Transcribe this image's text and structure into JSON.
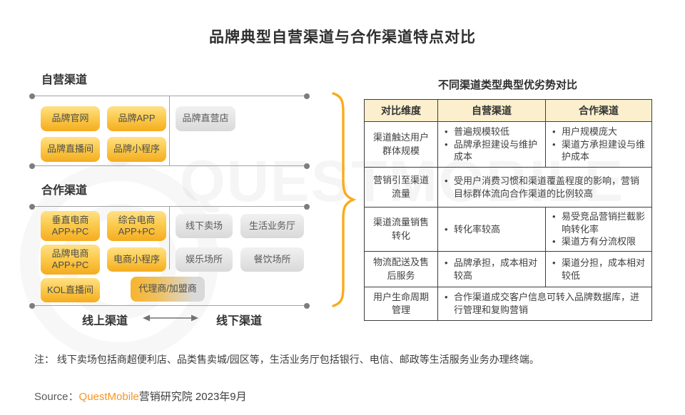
{
  "title": "品牌典型自营渠道与合作渠道特点对比",
  "watermark": "QUESTMOBILE",
  "diagram": {
    "self_section": {
      "label": "自营渠道",
      "online_boxes": [
        "品牌官网",
        "品牌APP",
        "品牌直播间",
        "品牌小程序"
      ],
      "offline_boxes": [
        "品牌直营店"
      ]
    },
    "coop_section": {
      "label": "合作渠道",
      "online_boxes": [
        "垂直电商\nAPP+PC",
        "综合电商\nAPP+PC",
        "品牌电商\nAPP+PC",
        "电商小程序",
        "KOL直播间"
      ],
      "offline_boxes": [
        "线下卖场",
        "生活业务厅",
        "娱乐场所",
        "餐饮场所"
      ],
      "hybrid_box": "代理商/加盟商"
    },
    "axis": {
      "online": "线上渠道",
      "offline": "线下渠道"
    }
  },
  "table": {
    "title": "不同渠道类型典型优劣势对比",
    "headers": [
      "对比维度",
      "自营渠道",
      "合作渠道"
    ],
    "rows": [
      {
        "dimension": "渠道触达用户群体规模",
        "self": [
          "普遍规模较低",
          "品牌承担建设与维护成本"
        ],
        "coop": [
          "用户规模庞大",
          "渠道方承担建设与维护成本"
        ]
      },
      {
        "dimension": "营销引至渠道流量",
        "span": "受用户消费习惯和渠道覆盖程度的影响，营销目标群体流向合作渠道的比例较高"
      },
      {
        "dimension": "渠道流量销售转化",
        "self": [
          "转化率较高"
        ],
        "coop": [
          "易受竞品营销拦截影响转化率",
          "渠道方有分流权限"
        ]
      },
      {
        "dimension": "物流配送及售后服务",
        "self": [
          "品牌承担，成本相对较高"
        ],
        "coop": [
          "渠道分担，成本相对较低"
        ]
      },
      {
        "dimension": "用户生命周期管理",
        "span": "合作渠道成交客户信息可转入品牌数据库，进行管理和复购营销"
      }
    ]
  },
  "note": "注： 线下卖场包括商超便利店、品类售卖城/园区等，生活业务厅包括银行、电信、邮政等生活服务业务办理终端。",
  "source": {
    "prefix": "Source：",
    "brand": "QuestMobile",
    "suffix": "营销研究院 2023年9月"
  },
  "colors": {
    "accent_yellow": "#F5AC1F",
    "yellow_light": "#FFE186",
    "gray_box": "#D9D9D9",
    "table_header_bg": "#FBEFCD",
    "brand_orange": "#F7941E",
    "brace_orange": "#FAAC19",
    "line_gray": "#A3A3A3"
  }
}
